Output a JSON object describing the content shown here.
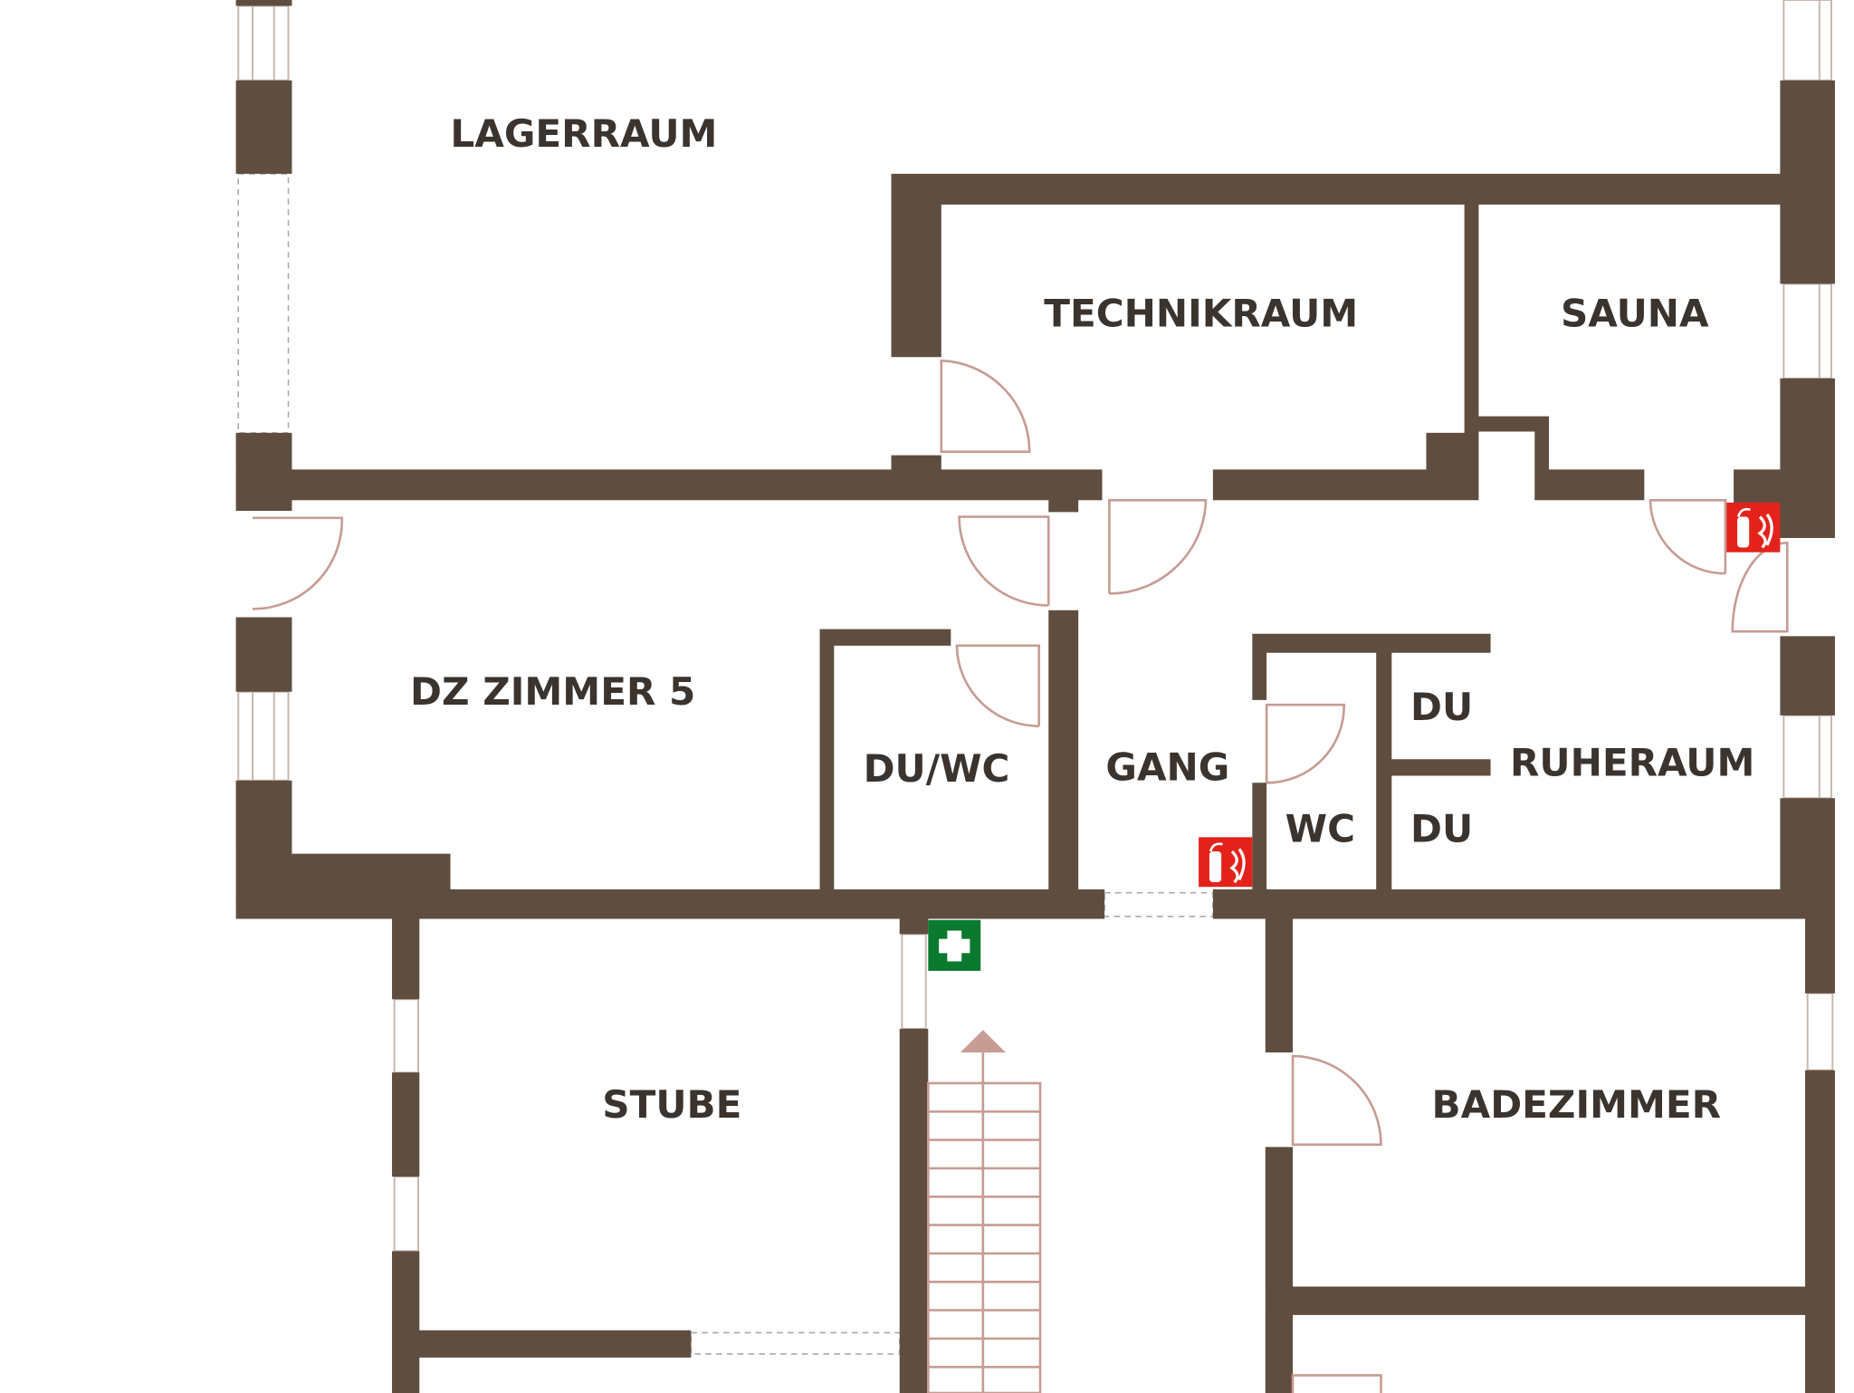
{
  "rooms": {
    "lagerraum": "LAGERRAUM",
    "technikraum": "TECHNIKRAUM",
    "sauna": "SAUNA",
    "dz_zimmer_5": "DZ ZIMMER 5",
    "du_wc": "DU/WC",
    "gang": "GANG",
    "wc": "WC",
    "du_1": "DU",
    "du_2": "DU",
    "ruheraum": "RUHERAUM",
    "stube": "STUBE",
    "badezimmer": "BADEZIMMER"
  },
  "signs": {
    "fire_extinguisher": "fire-extinguisher-icon",
    "first_aid": "first-aid-icon",
    "stair_arrow": "arrow-up-icon"
  },
  "colors": {
    "wall": "#5f4e40",
    "door": "#c79c94",
    "fire": "#e3231b",
    "first_aid": "#0a7a2f"
  }
}
